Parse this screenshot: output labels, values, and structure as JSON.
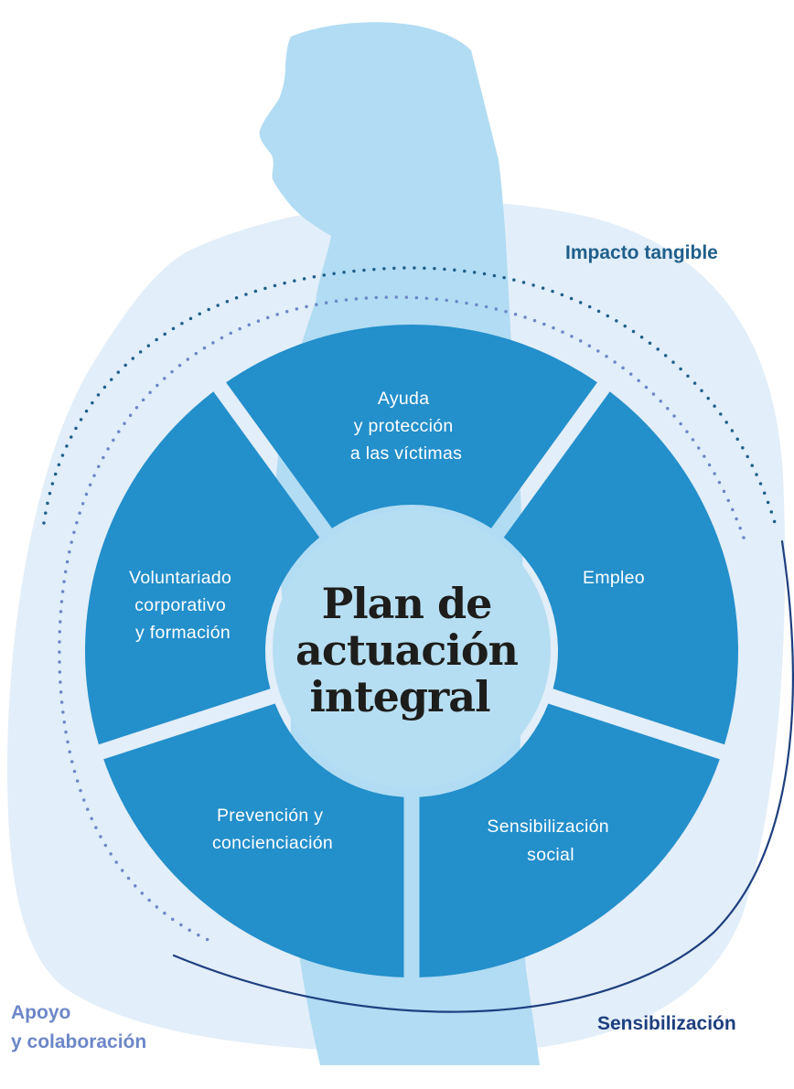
{
  "center": {
    "lines": [
      "Plan de",
      "actuación",
      "integral"
    ]
  },
  "segments": [
    {
      "id": "ayuda",
      "lines": [
        "Ayuda",
        "y protección",
        "a las víctimas"
      ]
    },
    {
      "id": "empleo",
      "lines": [
        "Empleo"
      ]
    },
    {
      "id": "sensibilizacion-social",
      "lines": [
        "Sensibilización",
        "social"
      ]
    },
    {
      "id": "prevencion",
      "lines": [
        "Prevención y",
        "concienciación"
      ]
    },
    {
      "id": "voluntariado",
      "lines": [
        "Voluntariado",
        "corporativo",
        "y formación"
      ]
    }
  ],
  "outer_labels": {
    "impacto": "Impacto tangible",
    "apoyo": [
      "Apoyo",
      "y colaboración"
    ],
    "sensibilizacion": "Sensibilización"
  },
  "colors": {
    "segment": "#238fcb",
    "center": "#b6def2",
    "silhouette": "#b1dcf3",
    "blob_outer": "#e2eef9",
    "impacto": "#1f5f8b",
    "apoyo": "#6c87c8",
    "sensibilizacion": "#1e3f7f"
  }
}
